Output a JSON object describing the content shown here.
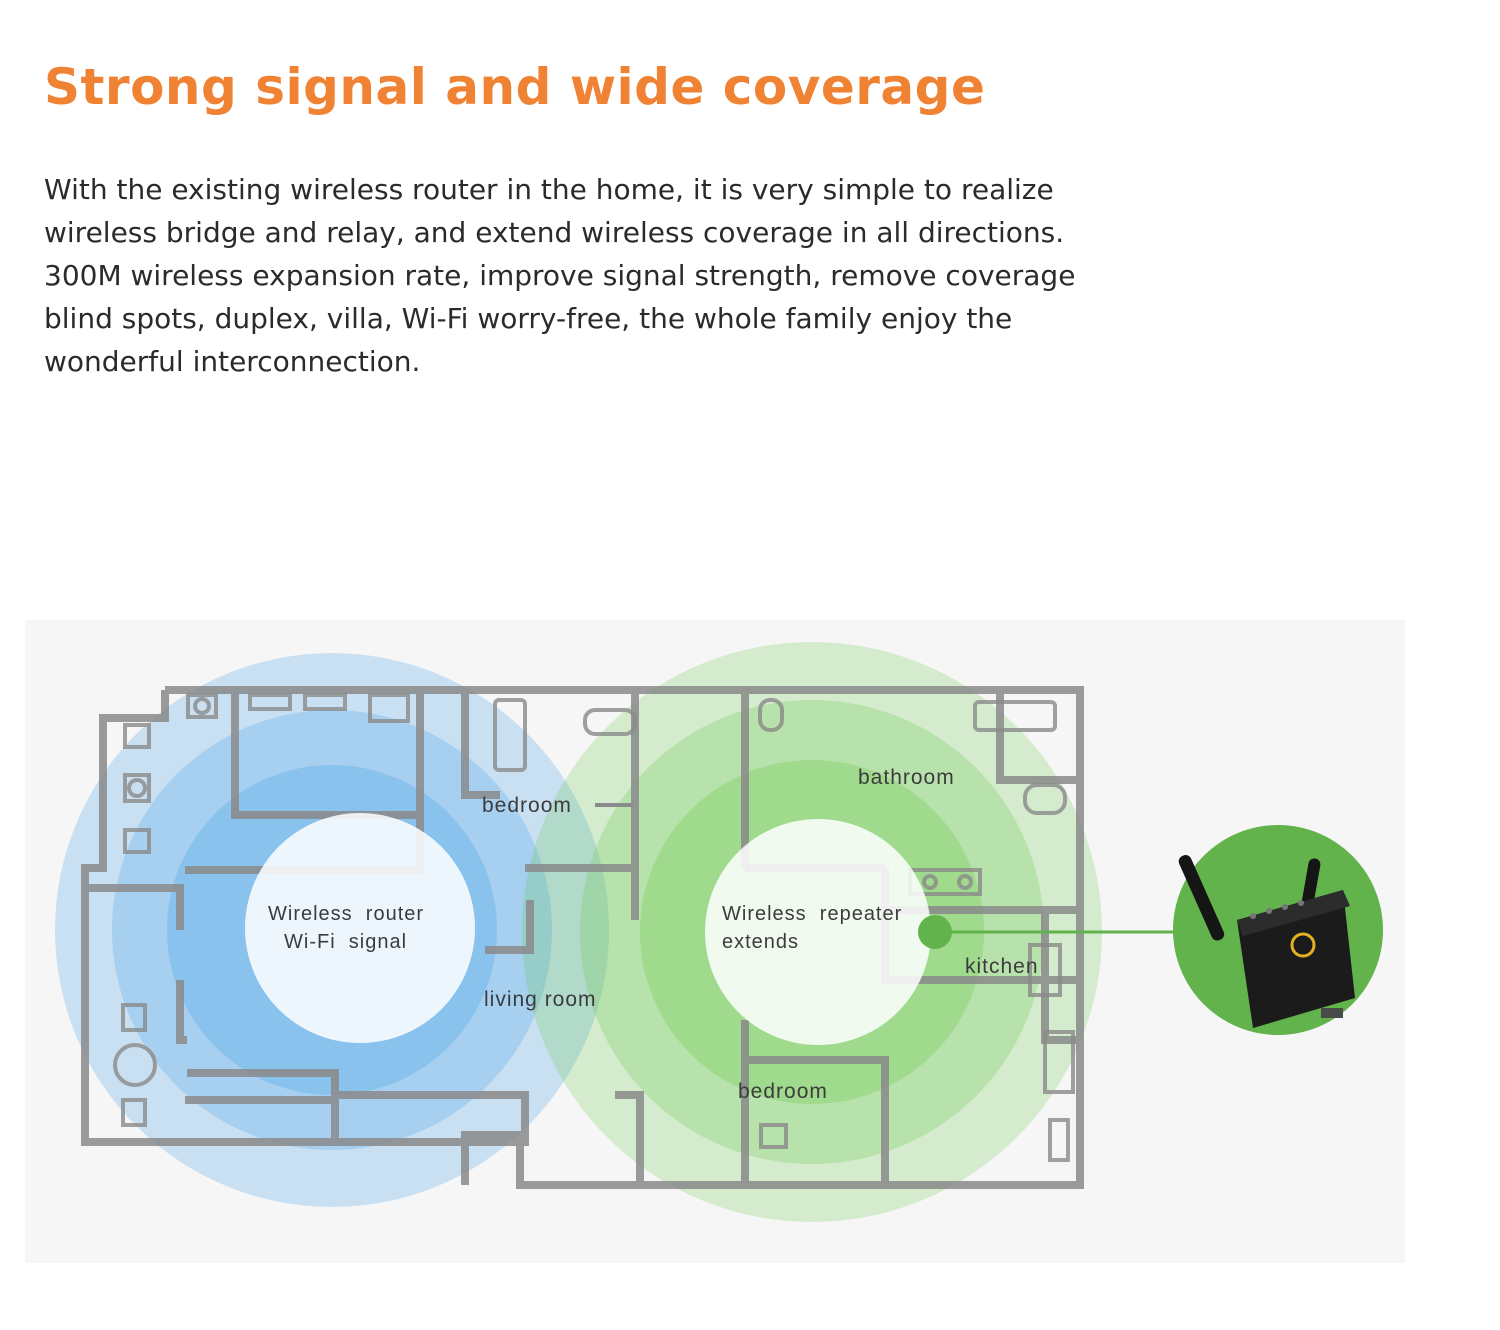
{
  "title": "Strong signal and wide coverage",
  "description": [
    "With the existing wireless router in the home, it is very simple to realize",
    "wireless bridge and relay, and extend wireless coverage in all directions.",
    "300M wireless expansion rate, improve signal strength, remove coverage",
    "blind spots, duplex, villa, Wi-Fi worry-free, the whole family enjoy the",
    "wonderful interconnection."
  ],
  "diagram": {
    "rooms": {
      "bedroom_top": "bedroom",
      "bathroom": "bathroom",
      "living_room": "living room",
      "kitchen": "kitchen",
      "bedroom_bottom": "bedroom"
    },
    "router": {
      "line1": "Wireless  router",
      "line2": "Wi-Fi  signal"
    },
    "repeater": {
      "line1": "Wireless  repeater",
      "line2": "extends"
    }
  },
  "colors": {
    "title": "#f08234",
    "router_signal": "#55a9ea",
    "repeater_signal": "#68c84a",
    "walls": "#8a8a8a",
    "device_circle": "#62b34b"
  },
  "icons": [
    "floorplan-diagram",
    "wifi-repeater-device-icon"
  ]
}
